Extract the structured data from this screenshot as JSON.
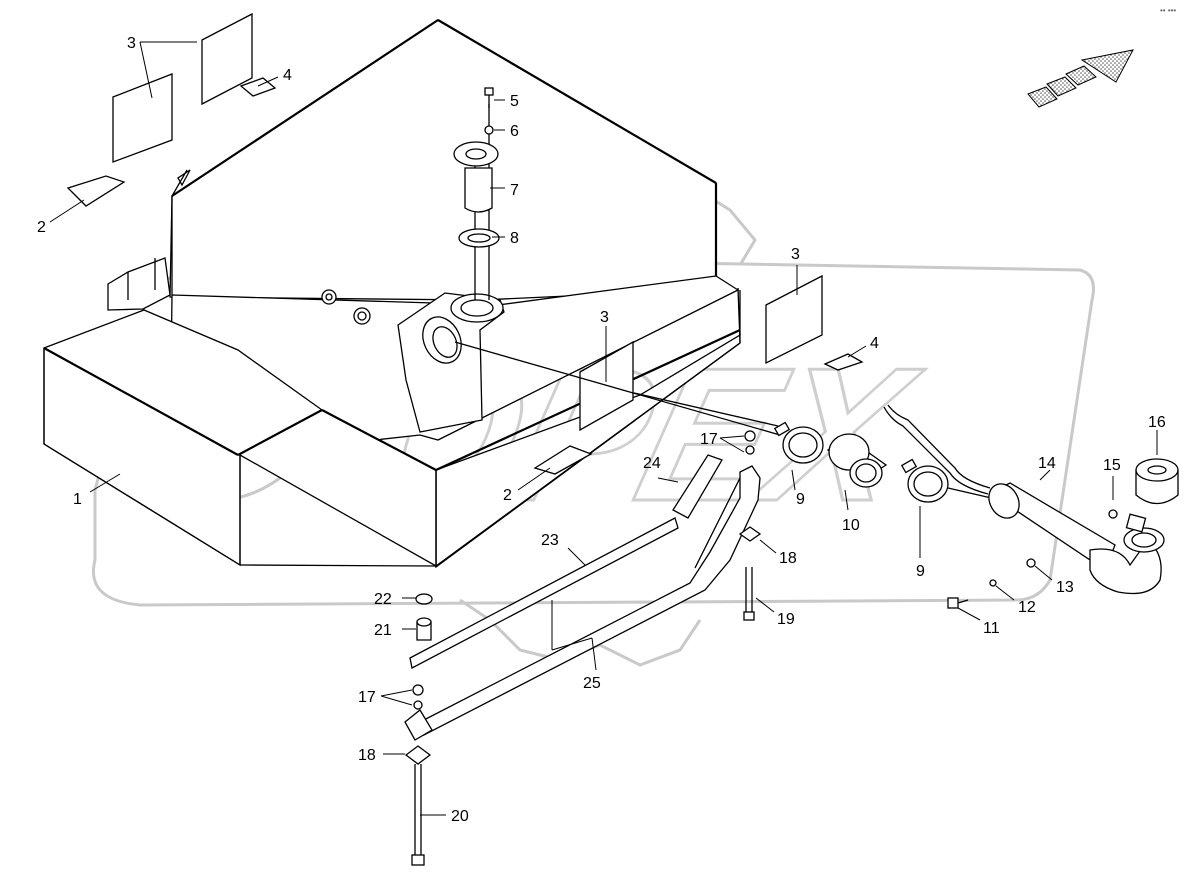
{
  "diagram": {
    "watermark_text": "OPEX",
    "corner_mark": "•• •••",
    "callouts": [
      {
        "id": "c1",
        "label": "1"
      },
      {
        "id": "c2a",
        "label": "2"
      },
      {
        "id": "c2b",
        "label": "2"
      },
      {
        "id": "c3a",
        "label": "3"
      },
      {
        "id": "c3b",
        "label": "3"
      },
      {
        "id": "c3c",
        "label": "3"
      },
      {
        "id": "c4a",
        "label": "4"
      },
      {
        "id": "c4b",
        "label": "4"
      },
      {
        "id": "c5",
        "label": "5"
      },
      {
        "id": "c6",
        "label": "6"
      },
      {
        "id": "c7",
        "label": "7"
      },
      {
        "id": "c8",
        "label": "8"
      },
      {
        "id": "c9a",
        "label": "9"
      },
      {
        "id": "c9b",
        "label": "9"
      },
      {
        "id": "c10",
        "label": "10"
      },
      {
        "id": "c11",
        "label": "11"
      },
      {
        "id": "c12",
        "label": "12"
      },
      {
        "id": "c13",
        "label": "13"
      },
      {
        "id": "c14",
        "label": "14"
      },
      {
        "id": "c15",
        "label": "15"
      },
      {
        "id": "c16",
        "label": "16"
      },
      {
        "id": "c17a",
        "label": "17"
      },
      {
        "id": "c17b",
        "label": "17"
      },
      {
        "id": "c18a",
        "label": "18"
      },
      {
        "id": "c18b",
        "label": "18"
      },
      {
        "id": "c19",
        "label": "19"
      },
      {
        "id": "c20",
        "label": "20"
      },
      {
        "id": "c21",
        "label": "21"
      },
      {
        "id": "c22",
        "label": "22"
      },
      {
        "id": "c23",
        "label": "23"
      },
      {
        "id": "c24",
        "label": "24"
      },
      {
        "id": "c25",
        "label": "25"
      }
    ]
  }
}
